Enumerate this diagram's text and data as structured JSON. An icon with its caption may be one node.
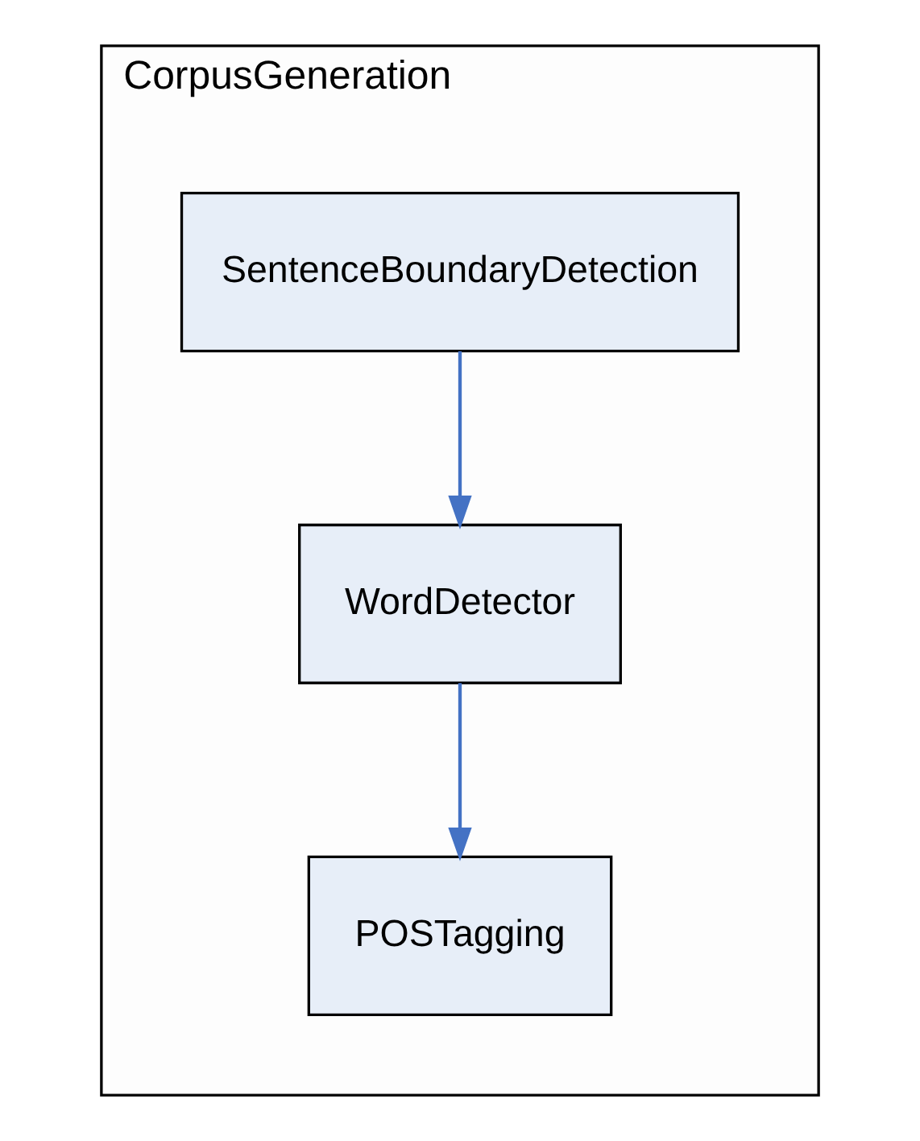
{
  "diagram": {
    "nodes": [
      {
        "text": [
          "CorpusGeneration"
        ]
      },
      {
        "text": [
          "SentenceBoundaryDetection"
        ],
        "in": 0
      },
      {
        "text": [
          "WordDetector"
        ],
        "in": 0
      },
      {
        "text": [
          "POSTagging"
        ],
        "in": 0
      }
    ],
    "edges": [
      {
        "from": 1,
        "to": 2,
        "arrow": "to"
      },
      {
        "from": 2,
        "to": 3,
        "arrow": "to"
      }
    ]
  }
}
